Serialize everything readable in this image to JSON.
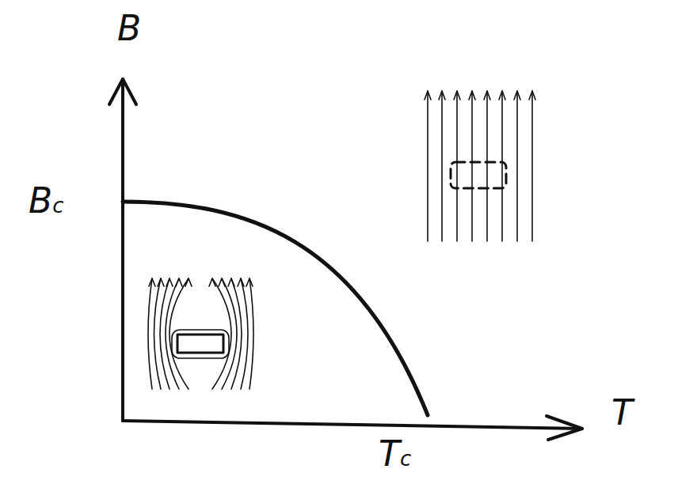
{
  "diagram": {
    "labels": [
      "B",
      "Bc",
      "T",
      "Tc"
    ]
  }
}
